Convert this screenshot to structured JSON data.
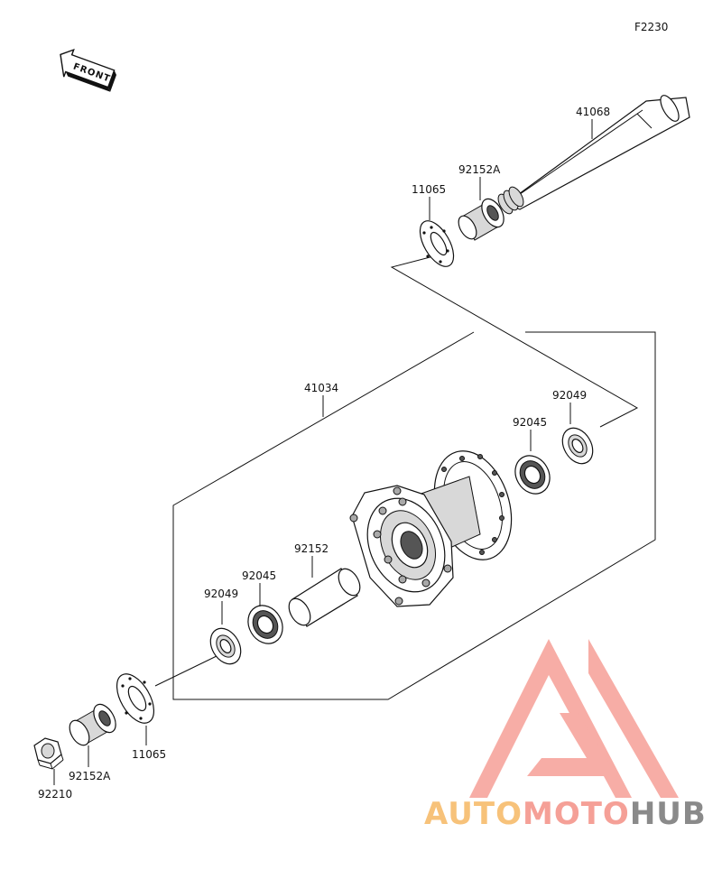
{
  "diagram_code": "F2230",
  "front_label": "FRONT",
  "watermark": {
    "seg1": "AUTO",
    "seg2": "MOTO",
    "seg3": "HUB",
    "color1": "#f7c27a",
    "color2": "#f5a097",
    "color3": "#8a8a8a",
    "logo_color": "#f26b5e"
  },
  "parts": {
    "axle": "41068",
    "collar_upper": "92152A",
    "sprocket_upper": "11065",
    "hub": "41034",
    "bearing_right": "92045",
    "seal_right": "92049",
    "collar_inner": "92152",
    "bearing_left": "92045",
    "seal_left": "92049",
    "sprocket_lower": "11065",
    "collar_lower": "92152A",
    "nut": "92210"
  }
}
